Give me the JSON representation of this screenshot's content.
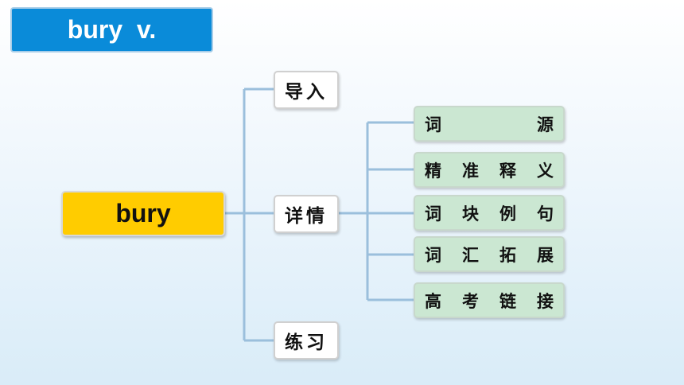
{
  "title": "bury  v.",
  "root": "bury",
  "branches": [
    "导入",
    "详情",
    "练习"
  ],
  "details": [
    "词源",
    "精准释义",
    "词块例句",
    "词汇拓展",
    "高考链接"
  ],
  "colors": {
    "title_bg": "#0a8bd9",
    "root_bg": "#ffcc00",
    "detail_bg": "#cbe7d2",
    "connector": "#9bbfdc"
  }
}
